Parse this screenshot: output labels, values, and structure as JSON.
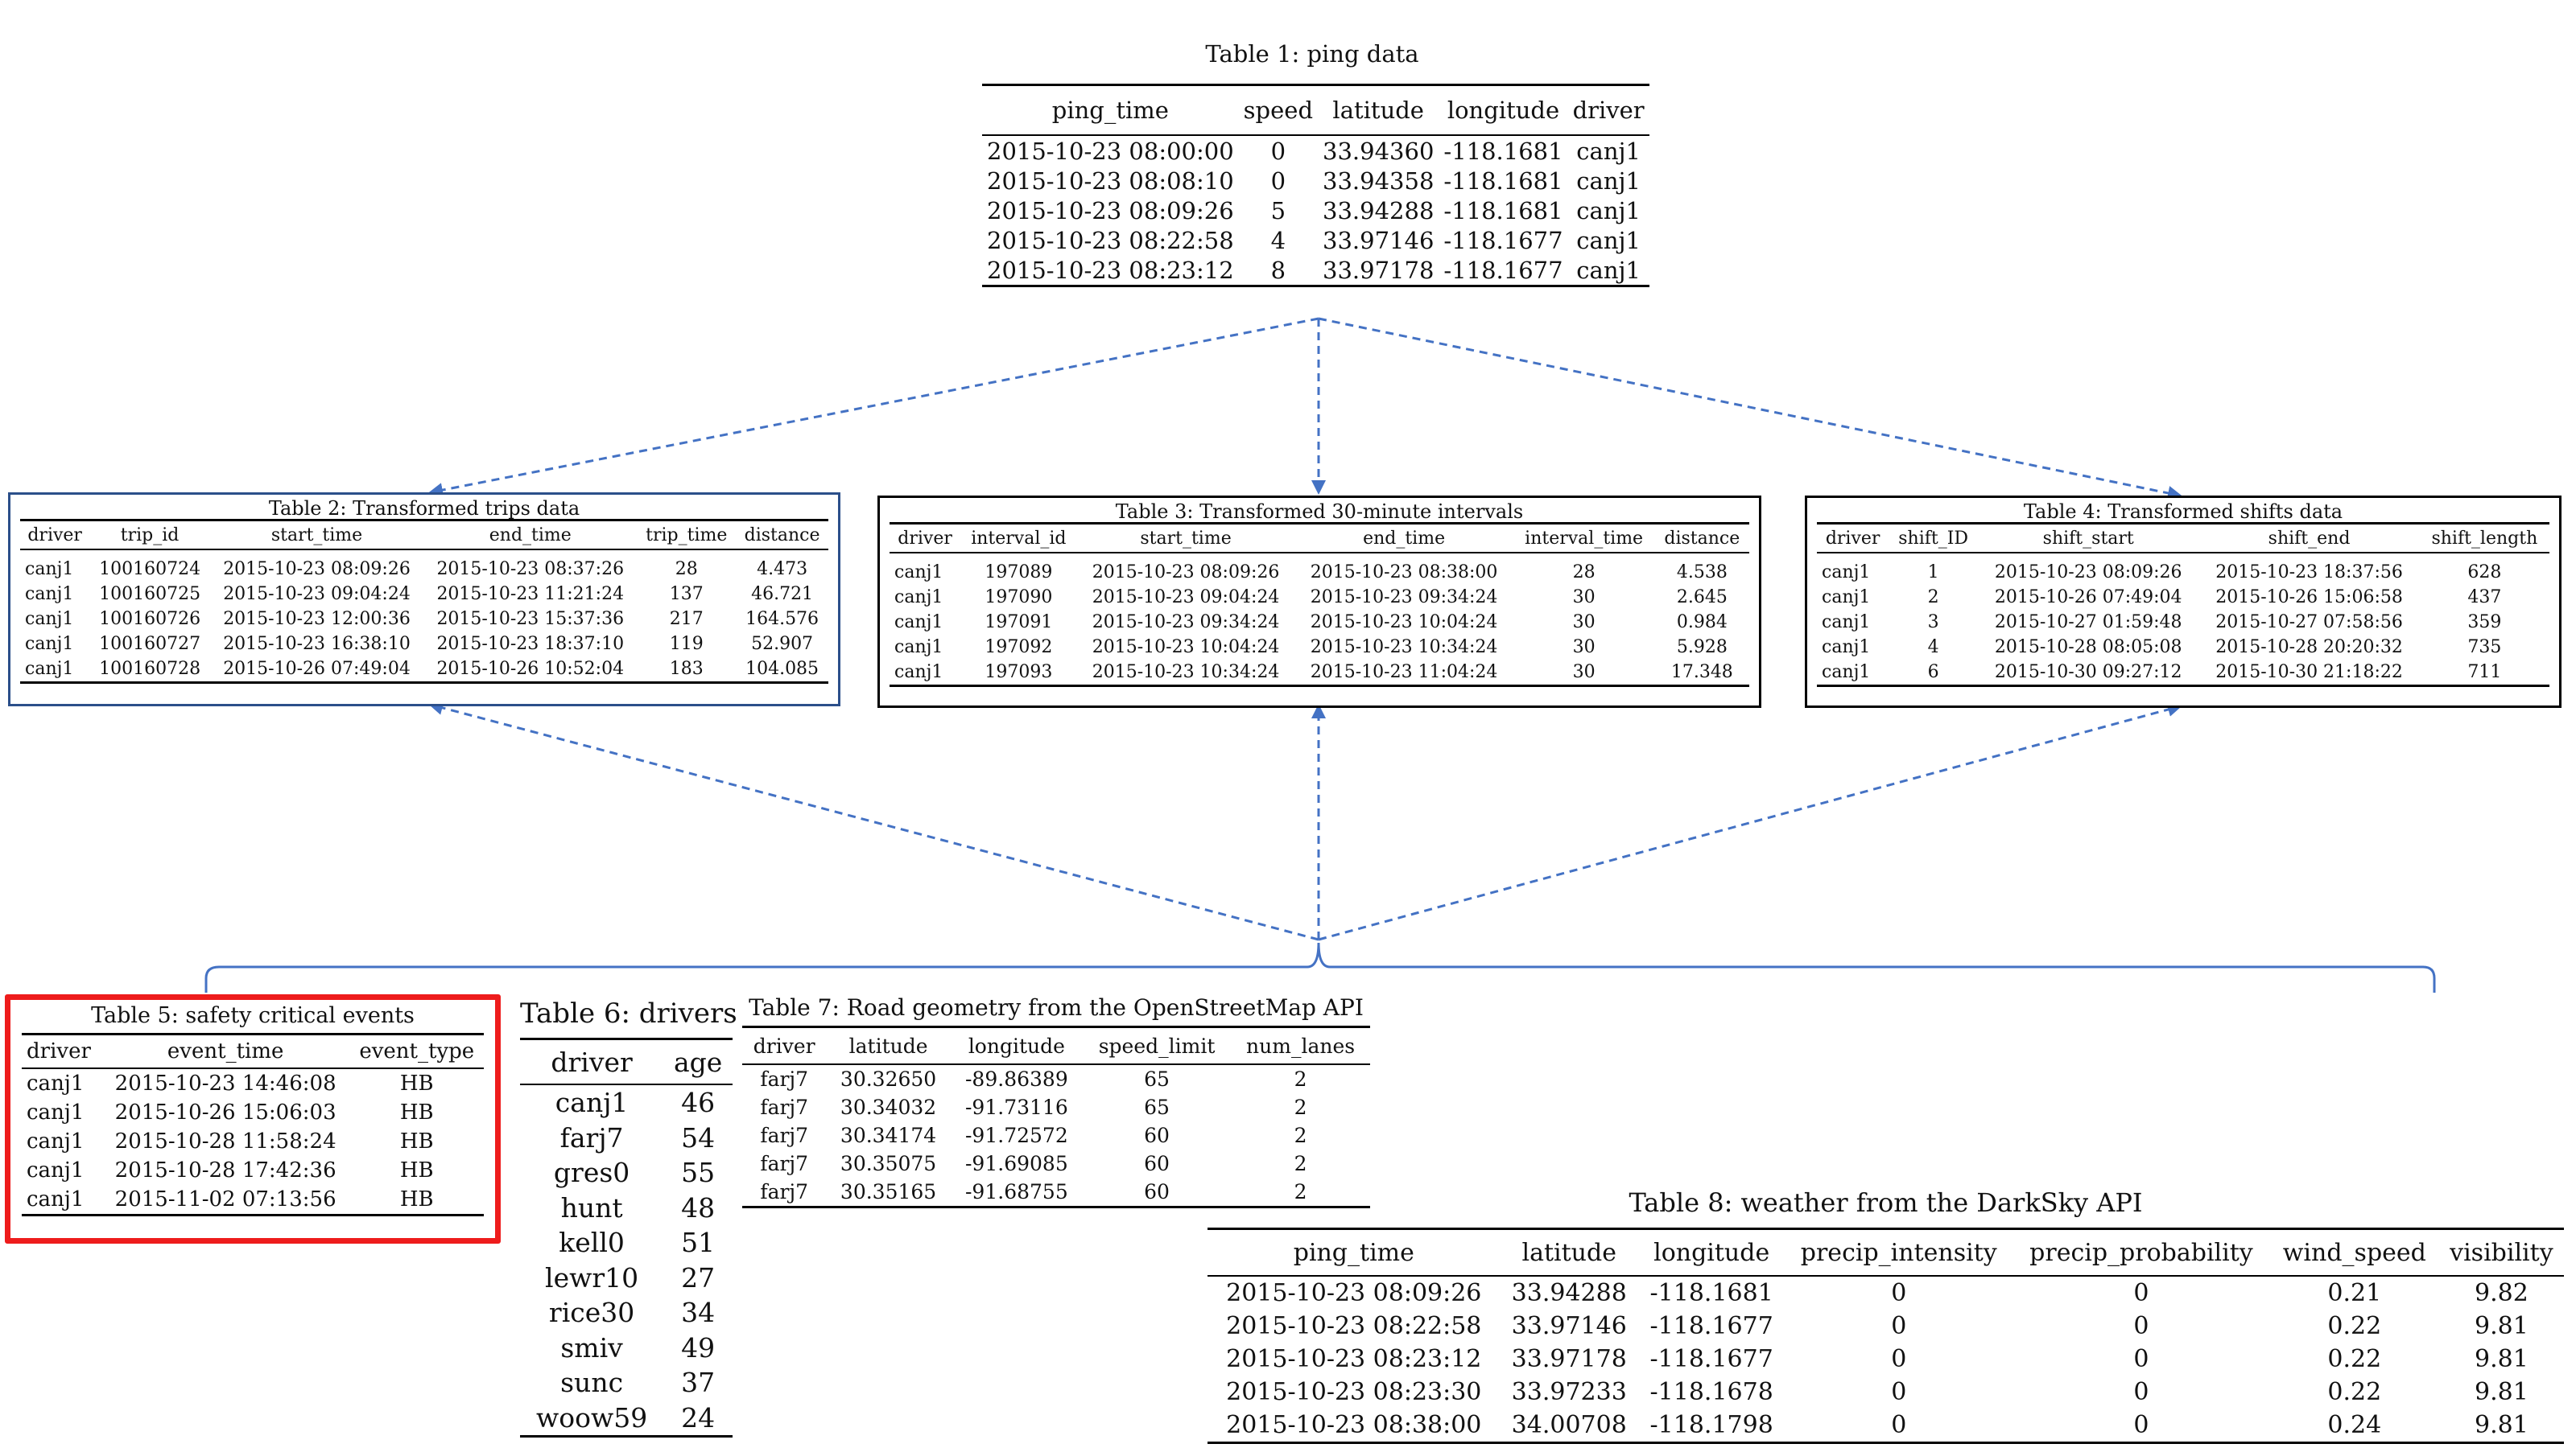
{
  "table1": {
    "caption": "Table 1: ping data",
    "columns": [
      "ping_time",
      "speed",
      "latitude",
      "longitude",
      "driver"
    ],
    "rows": [
      [
        "2015-10-23 08:00:00",
        "0",
        "33.94360",
        "-118.1681",
        "canj1"
      ],
      [
        "2015-10-23 08:08:10",
        "0",
        "33.94358",
        "-118.1681",
        "canj1"
      ],
      [
        "2015-10-23 08:09:26",
        "5",
        "33.94288",
        "-118.1681",
        "canj1"
      ],
      [
        "2015-10-23 08:22:58",
        "4",
        "33.97146",
        "-118.1677",
        "canj1"
      ],
      [
        "2015-10-23 08:23:12",
        "8",
        "33.97178",
        "-118.1677",
        "canj1"
      ]
    ]
  },
  "table2": {
    "caption": "Table 2: Transformed trips data",
    "columns": [
      "driver",
      "trip_id",
      "start_time",
      "end_time",
      "trip_time",
      "distance"
    ],
    "rows": [
      [
        "canj1",
        "100160724",
        "2015-10-23 08:09:26",
        "2015-10-23 08:37:26",
        "28",
        "4.473"
      ],
      [
        "canj1",
        "100160725",
        "2015-10-23 09:04:24",
        "2015-10-23 11:21:24",
        "137",
        "46.721"
      ],
      [
        "canj1",
        "100160726",
        "2015-10-23 12:00:36",
        "2015-10-23 15:37:36",
        "217",
        "164.576"
      ],
      [
        "canj1",
        "100160727",
        "2015-10-23 16:38:10",
        "2015-10-23 18:37:10",
        "119",
        "52.907"
      ],
      [
        "canj1",
        "100160728",
        "2015-10-26 07:49:04",
        "2015-10-26 10:52:04",
        "183",
        "104.085"
      ]
    ]
  },
  "table3": {
    "caption": "Table 3: Transformed 30-minute intervals",
    "columns": [
      "driver",
      "interval_id",
      "start_time",
      "end_time",
      "interval_time",
      "distance"
    ],
    "rows": [
      [
        "canj1",
        "197089",
        "2015-10-23 08:09:26",
        "2015-10-23 08:38:00",
        "28",
        "4.538"
      ],
      [
        "canj1",
        "197090",
        "2015-10-23 09:04:24",
        "2015-10-23 09:34:24",
        "30",
        "2.645"
      ],
      [
        "canj1",
        "197091",
        "2015-10-23 09:34:24",
        "2015-10-23 10:04:24",
        "30",
        "0.984"
      ],
      [
        "canj1",
        "197092",
        "2015-10-23 10:04:24",
        "2015-10-23 10:34:24",
        "30",
        "5.928"
      ],
      [
        "canj1",
        "197093",
        "2015-10-23 10:34:24",
        "2015-10-23 11:04:24",
        "30",
        "17.348"
      ]
    ]
  },
  "table4": {
    "caption": "Table 4: Transformed shifts data",
    "columns": [
      "driver",
      "shift_ID",
      "shift_start",
      "shift_end",
      "shift_length"
    ],
    "rows": [
      [
        "canj1",
        "1",
        "2015-10-23 08:09:26",
        "2015-10-23 18:37:56",
        "628"
      ],
      [
        "canj1",
        "2",
        "2015-10-26 07:49:04",
        "2015-10-26 15:06:58",
        "437"
      ],
      [
        "canj1",
        "3",
        "2015-10-27 01:59:48",
        "2015-10-27 07:58:56",
        "359"
      ],
      [
        "canj1",
        "4",
        "2015-10-28 08:05:08",
        "2015-10-28 20:20:32",
        "735"
      ],
      [
        "canj1",
        "6",
        "2015-10-30 09:27:12",
        "2015-10-30 21:18:22",
        "711"
      ]
    ]
  },
  "table5": {
    "caption": "Table 5: safety critical events",
    "columns": [
      "driver",
      "event_time",
      "event_type"
    ],
    "rows": [
      [
        "canj1",
        "2015-10-23 14:46:08",
        "HB"
      ],
      [
        "canj1",
        "2015-10-26 15:06:03",
        "HB"
      ],
      [
        "canj1",
        "2015-10-28 11:58:24",
        "HB"
      ],
      [
        "canj1",
        "2015-10-28 17:42:36",
        "HB"
      ],
      [
        "canj1",
        "2015-11-02 07:13:56",
        "HB"
      ]
    ]
  },
  "table6": {
    "caption": "Table 6: drivers",
    "columns": [
      "driver",
      "age"
    ],
    "rows": [
      [
        "canj1",
        "46"
      ],
      [
        "farj7",
        "54"
      ],
      [
        "gres0",
        "55"
      ],
      [
        "hunt",
        "48"
      ],
      [
        "kell0",
        "51"
      ],
      [
        "lewr10",
        "27"
      ],
      [
        "rice30",
        "34"
      ],
      [
        "smiv",
        "49"
      ],
      [
        "sunc",
        "37"
      ],
      [
        "woow59",
        "24"
      ]
    ]
  },
  "table7": {
    "caption": "Table 7: Road geometry from the OpenStreetMap API",
    "columns": [
      "driver",
      "latitude",
      "longitude",
      "speed_limit",
      "num_lanes"
    ],
    "rows": [
      [
        "farj7",
        "30.32650",
        "-89.86389",
        "65",
        "2"
      ],
      [
        "farj7",
        "30.34032",
        "-91.73116",
        "65",
        "2"
      ],
      [
        "farj7",
        "30.34174",
        "-91.72572",
        "60",
        "2"
      ],
      [
        "farj7",
        "30.35075",
        "-91.69085",
        "60",
        "2"
      ],
      [
        "farj7",
        "30.35165",
        "-91.68755",
        "60",
        "2"
      ]
    ]
  },
  "table8": {
    "caption": "Table 8: weather from the DarkSky API",
    "columns": [
      "ping_time",
      "latitude",
      "longitude",
      "precip_intensity",
      "precip_probability",
      "wind_speed",
      "visibility"
    ],
    "rows": [
      [
        "2015-10-23 08:09:26",
        "33.94288",
        "-118.1681",
        "0",
        "0",
        "0.21",
        "9.82"
      ],
      [
        "2015-10-23 08:22:58",
        "33.97146",
        "-118.1677",
        "0",
        "0",
        "0.22",
        "9.81"
      ],
      [
        "2015-10-23 08:23:12",
        "33.97178",
        "-118.1677",
        "0",
        "0",
        "0.22",
        "9.81"
      ],
      [
        "2015-10-23 08:23:30",
        "33.97233",
        "-118.1678",
        "0",
        "0",
        "0.22",
        "9.81"
      ],
      [
        "2015-10-23 08:38:00",
        "34.00708",
        "-118.1798",
        "0",
        "0",
        "0.24",
        "9.81"
      ]
    ]
  },
  "colors": {
    "arrow": "#4472c4",
    "highlight": "#ee1c1c"
  }
}
